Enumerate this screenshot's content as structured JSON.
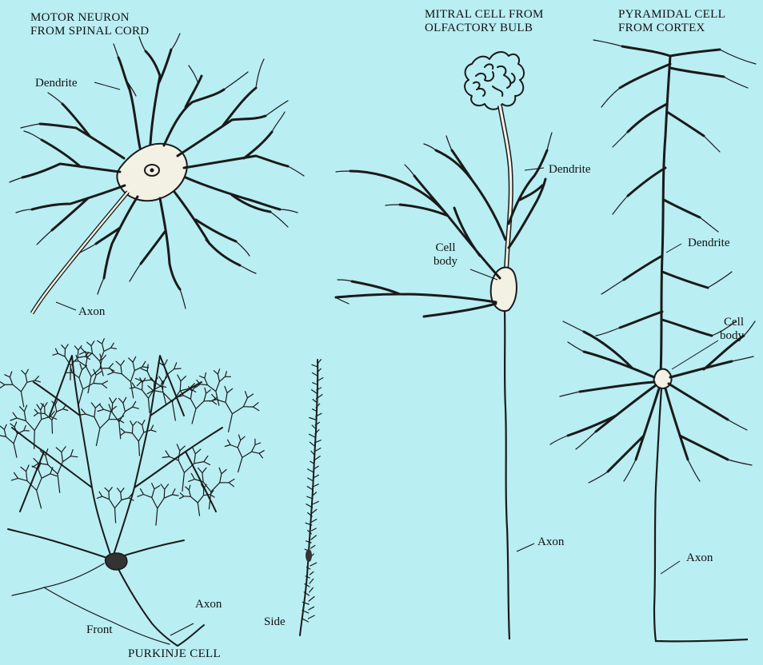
{
  "figure": {
    "colors": {
      "background": "#b9eef3",
      "ink": "#1a1a1a",
      "soma_fill": "#f3f1e4",
      "purkinje_soma": "#333333"
    },
    "motor_neuron": {
      "title_line1": "MOTOR NEURON",
      "title_line2": "FROM SPINAL CORD",
      "dendrite_label": "Dendrite",
      "axon_label": "Axon"
    },
    "mitral_cell": {
      "title_line1": "MITRAL CELL FROM",
      "title_line2": "OLFACTORY BULB",
      "dendrite_label": "Dendrite",
      "cell_body_line1": "Cell",
      "cell_body_line2": "body",
      "axon_label": "Axon"
    },
    "pyramidal_cell": {
      "title_line1": "PYRAMIDAL CELL",
      "title_line2": "FROM CORTEX",
      "dendrite_label": "Dendrite",
      "cell_body_line1": "Cell",
      "cell_body_line2": "body",
      "axon_label": "Axon"
    },
    "purkinje_cell": {
      "title": "PURKINJE CELL",
      "front_label": "Front",
      "side_label": "Side",
      "axon_label": "Axon"
    }
  }
}
